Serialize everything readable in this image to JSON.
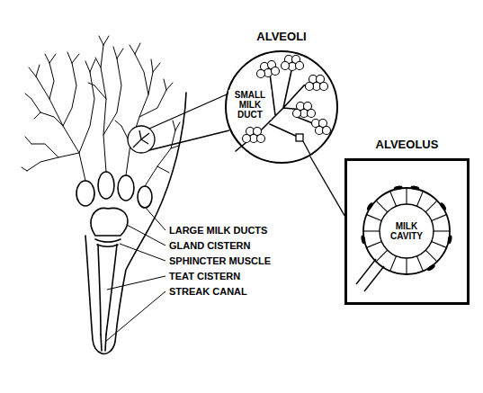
{
  "diagram": {
    "nodes": [
      {
        "text": [
          "ALVEOLI",
          "SMALL MILK DUCT"
        ]
      },
      {
        "text": [
          "ALVEOLUS",
          "MILK CAVITY"
        ]
      }
    ],
    "edges": [
      {
        "from": 0,
        "to": 1,
        "arrow": "none"
      }
    ],
    "labels": [
      "LARGE MILK DUCTS",
      "GLAND CISTERN",
      "SPHINCTER MUSCLE",
      "TEAT CISTERN",
      "STREAK CANAL"
    ]
  }
}
